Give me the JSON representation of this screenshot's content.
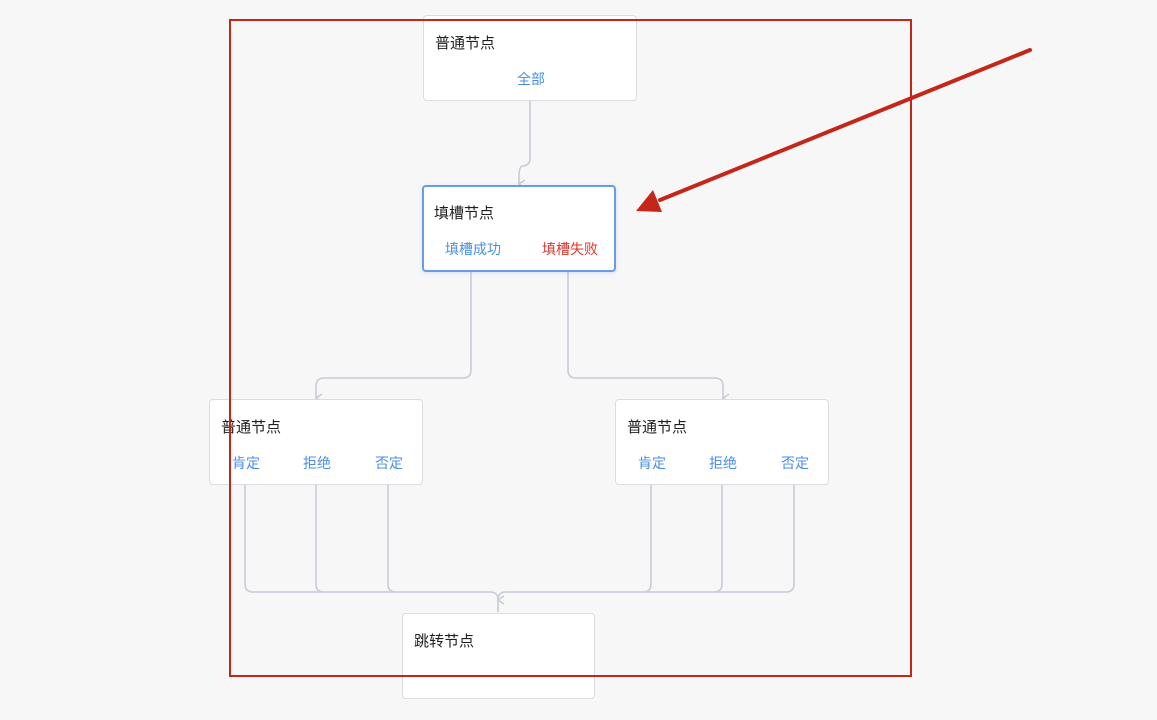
{
  "colors": {
    "branch_normal": "#4a8ee8",
    "branch_fail": "#e0362c",
    "connector": "#c7ccd6",
    "highlight": "#c4271a"
  },
  "nodes": {
    "top": {
      "title": "普通节点",
      "branches": [
        "全部"
      ]
    },
    "slot": {
      "title": "填槽节点",
      "branches": [
        "填槽成功",
        "填槽失败"
      ]
    },
    "left": {
      "title": "普通节点",
      "branches": [
        "肯定",
        "拒绝",
        "否定"
      ]
    },
    "right": {
      "title": "普通节点",
      "branches": [
        "肯定",
        "拒绝",
        "否定"
      ]
    },
    "jump": {
      "title": "跳转节点"
    }
  }
}
